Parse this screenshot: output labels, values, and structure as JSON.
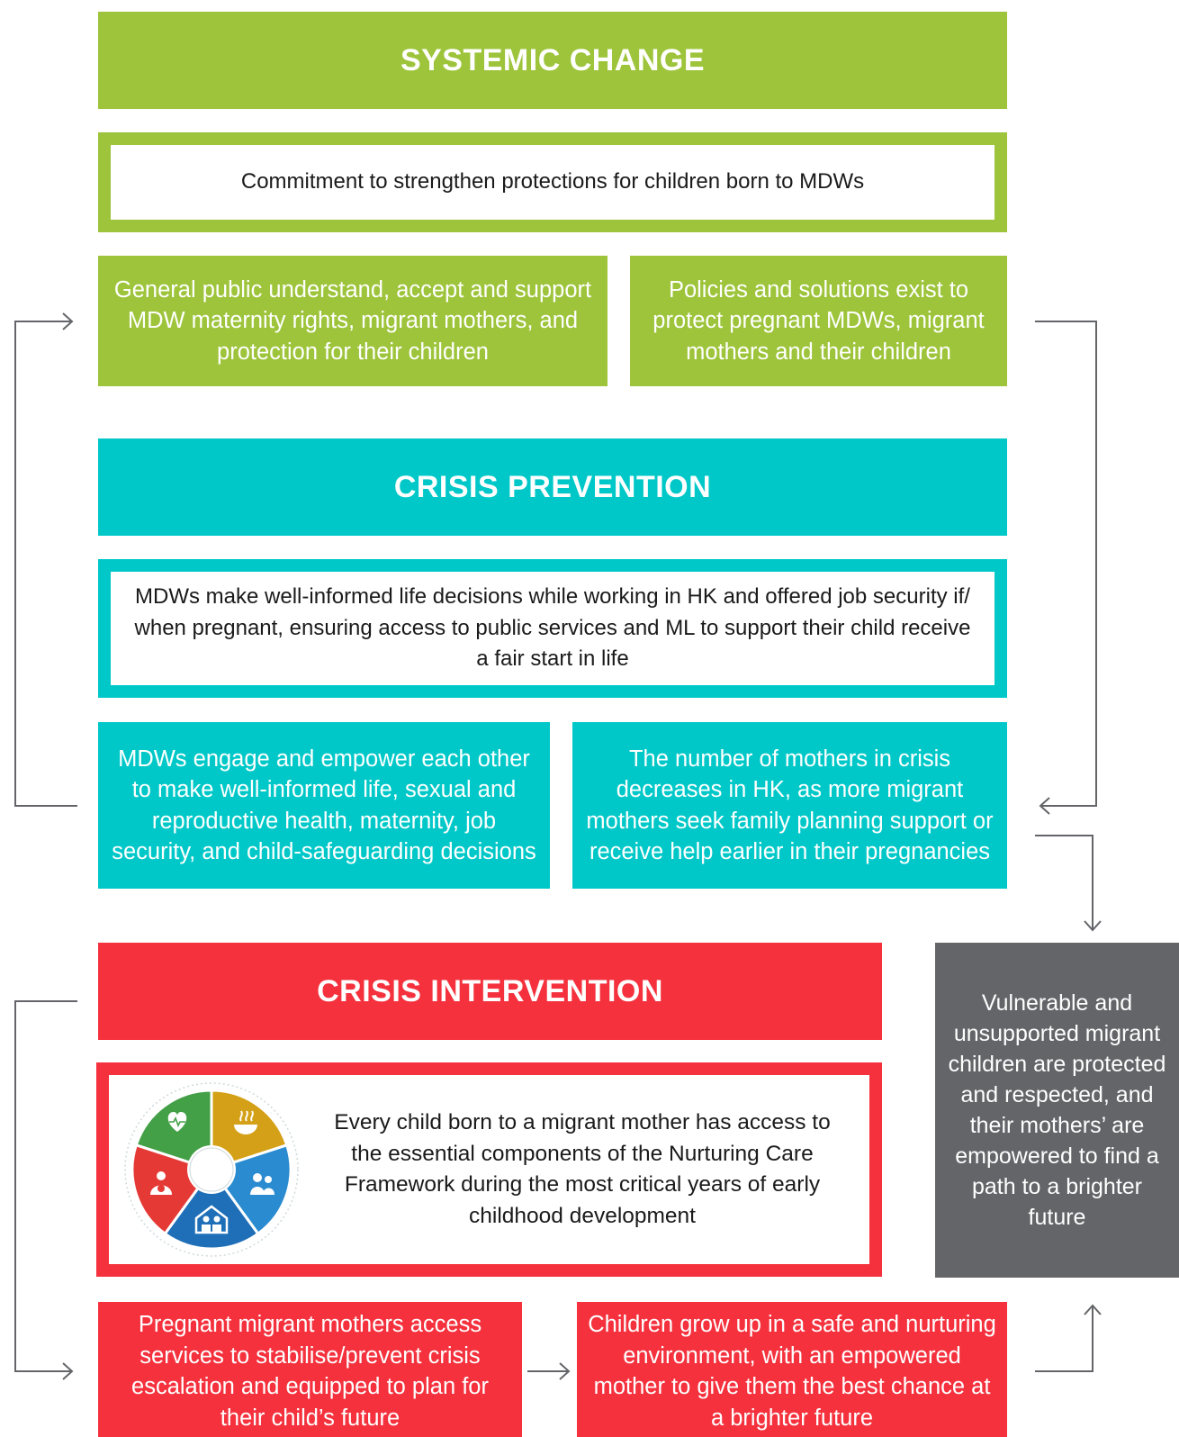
{
  "colors": {
    "green": "#9dc43a",
    "teal": "#00c8c8",
    "red": "#f4313d",
    "gray": "#646569",
    "arrow": "#646569"
  },
  "systemic": {
    "title": "SYSTEMIC CHANGE",
    "commitment": "Commitment to strengthen protections for children born to MDWs",
    "outcome_left": "General public understand, accept and support MDW maternity rights, migrant mothers, and protection for their children",
    "outcome_right": "Policies and solutions exist to protect pregnant MDWs, migrant mothers and their children"
  },
  "prevention": {
    "title": "CRISIS PREVENTION",
    "commitment": "MDWs make well-informed life decisions while working in HK and offered job security if/ when pregnant, ensuring access to public services and ML to support their child receive a fair start in life",
    "outcome_left": "MDWs engage and empower each other to make well-informed life, sexual and reproductive health, maternity, job security, and child-safeguarding decisions",
    "outcome_right": "The number of mothers in crisis decreases in HK, as more migrant mothers seek family planning support or receive help earlier in their pregnancies"
  },
  "intervention": {
    "title": "CRISIS INTERVENTION",
    "commitment": "Every child born to a migrant mother has access to the essential components of the Nurturing Care Framework during the most critical years of early childhood development",
    "outcome_left": "Pregnant migrant mothers access services to stabilise/prevent crisis escalation and equipped to plan for their child’s future",
    "outcome_right": "Children grow up in a safe and nurturing environment, with an empowered mother to give them the best chance at a brighter future"
  },
  "final_outcome": "Vulnerable and unsupported migrant children are protected and respected, and their mothers’ are empowered to find a path to a brighter future",
  "nurturing_care_graphic": {
    "segments": [
      {
        "icon": "heart-icon",
        "color": "#43a047"
      },
      {
        "icon": "food-bowl-icon",
        "color": "#d4a017"
      },
      {
        "icon": "caregiving-icon",
        "color": "#2a8bd0"
      },
      {
        "icon": "family-icon",
        "color": "#1e6fb8"
      },
      {
        "icon": "mother-child-icon",
        "color": "#e53935"
      }
    ]
  }
}
